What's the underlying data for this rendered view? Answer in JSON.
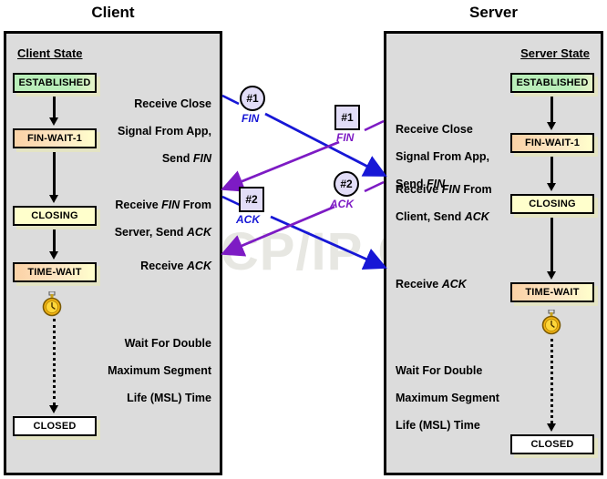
{
  "diagram": {
    "watermark": "The TCP/IP Guide",
    "columns": [
      {
        "title": "Client",
        "heading": "Client State"
      },
      {
        "title": "Server",
        "heading": "Server State"
      }
    ]
  },
  "client": {
    "title": "Client",
    "heading": "Client State",
    "states": [
      {
        "name": "ESTABLISHED",
        "fill": "#b9eeb9"
      },
      {
        "name": "FIN-WAIT-1",
        "fill": "#fbd2a6"
      },
      {
        "name": "CLOSING",
        "fill": "#ffffcc"
      },
      {
        "name": "TIME-WAIT",
        "fill": "#fbd2a6"
      },
      {
        "name": "CLOSED",
        "fill": "#ffffff"
      }
    ],
    "events": [
      {
        "line1": "Receive Close",
        "line2": "Signal From App,",
        "line3": "Send ",
        "em3": "FIN"
      },
      {
        "line1": "Receive ",
        "em1": "FIN",
        "line1b": " From",
        "line2": "Server, Send ",
        "em2": "ACK"
      },
      {
        "line1": "Receive ",
        "em1": "ACK"
      }
    ],
    "wait_note": {
      "line1": "Wait For Double",
      "line2": "Maximum Segment",
      "line3": "Life (MSL) Time"
    },
    "timer_icon": "stopwatch-icon"
  },
  "server": {
    "title": "Server",
    "heading": "Server State",
    "states": [
      {
        "name": "ESTABLISHED",
        "fill": "#b9eeb9"
      },
      {
        "name": "FIN-WAIT-1",
        "fill": "#fbd2a6"
      },
      {
        "name": "CLOSING",
        "fill": "#ffffcc"
      },
      {
        "name": "TIME-WAIT",
        "fill": "#fbd2a6"
      },
      {
        "name": "CLOSED",
        "fill": "#ffffff"
      }
    ],
    "events": [
      {
        "line1": "Receive Close",
        "line2": "Signal From App,",
        "line3": "Send ",
        "em3": "FIN"
      },
      {
        "line1": "Receive ",
        "em1": "FIN",
        "line1b": " From",
        "line2": "Client, Send ",
        "em2": "ACK"
      },
      {
        "line1": "Receive ",
        "em1": "ACK"
      }
    ],
    "wait_note": {
      "line1": "Wait For Double",
      "line2": "Maximum Segment",
      "line3": "Life (MSL) Time"
    },
    "timer_icon": "stopwatch-icon"
  },
  "messages": [
    {
      "id": "client-fin",
      "marker": "#1",
      "label": "FIN",
      "shape": "circle",
      "color": "#1717d6",
      "origin": "client",
      "desc": "Client sends FIN to Server"
    },
    {
      "id": "client-ack",
      "marker": "#2",
      "label": "ACK",
      "shape": "square",
      "color": "#1717d6",
      "origin": "client",
      "desc": "Client sends ACK to Server"
    },
    {
      "id": "server-fin",
      "marker": "#1",
      "label": "FIN",
      "shape": "square",
      "color": "#7d1bc4",
      "origin": "server",
      "desc": "Server sends FIN to Client"
    },
    {
      "id": "server-ack",
      "marker": "#2",
      "label": "ACK",
      "shape": "circle",
      "color": "#7d1bc4",
      "origin": "server",
      "desc": "Server sends ACK to Client"
    }
  ],
  "colors": {
    "panel_bg": "#dcdcdc",
    "marker_bg": "#e2ddf7",
    "client_arrow": "#1717d6",
    "server_arrow": "#7d1bc4",
    "state_green": "#b9eeb9",
    "state_peach": "#fbd2a6",
    "state_yellow": "#ffffcc",
    "state_white": "#ffffff",
    "watermark": "#e7e7e2"
  }
}
